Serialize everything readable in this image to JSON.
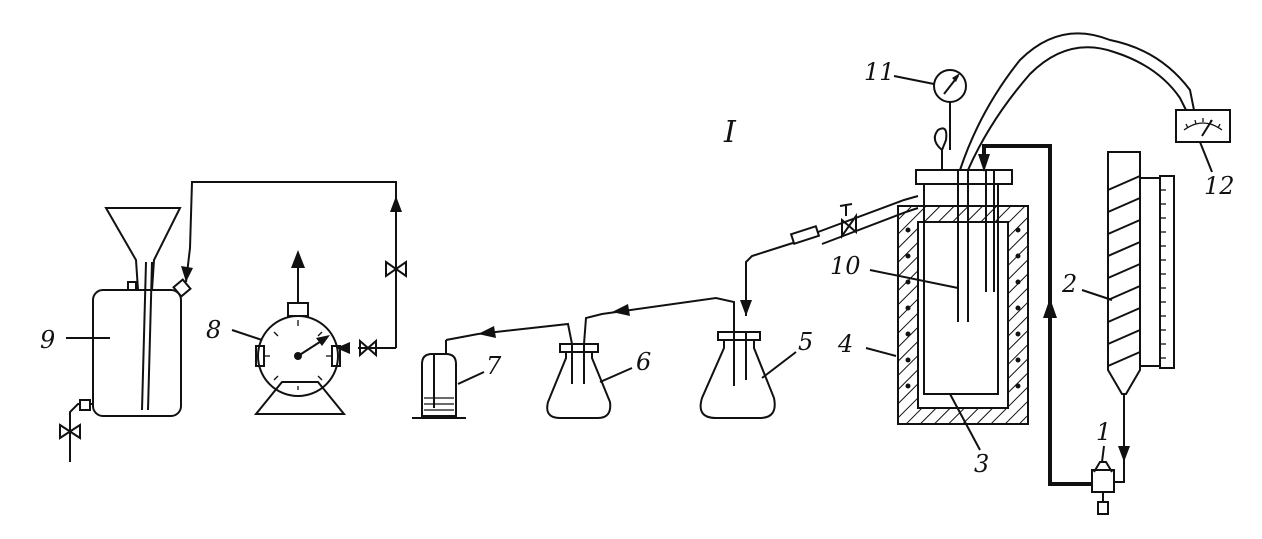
{
  "figure_label": "I",
  "components": [
    {
      "id": "valve",
      "label": "1"
    },
    {
      "id": "rotameter",
      "label": "2"
    },
    {
      "id": "reactor-tube",
      "label": "3"
    },
    {
      "id": "furnace",
      "label": "4"
    },
    {
      "id": "flask-5",
      "label": "5"
    },
    {
      "id": "flask-6",
      "label": "6"
    },
    {
      "id": "absorber",
      "label": "7"
    },
    {
      "id": "gas-meter",
      "label": "8"
    },
    {
      "id": "aspirator",
      "label": "9"
    },
    {
      "id": "thermocouple",
      "label": "10"
    },
    {
      "id": "pressure-gauge",
      "label": "11"
    },
    {
      "id": "galvanometer",
      "label": "12"
    }
  ]
}
